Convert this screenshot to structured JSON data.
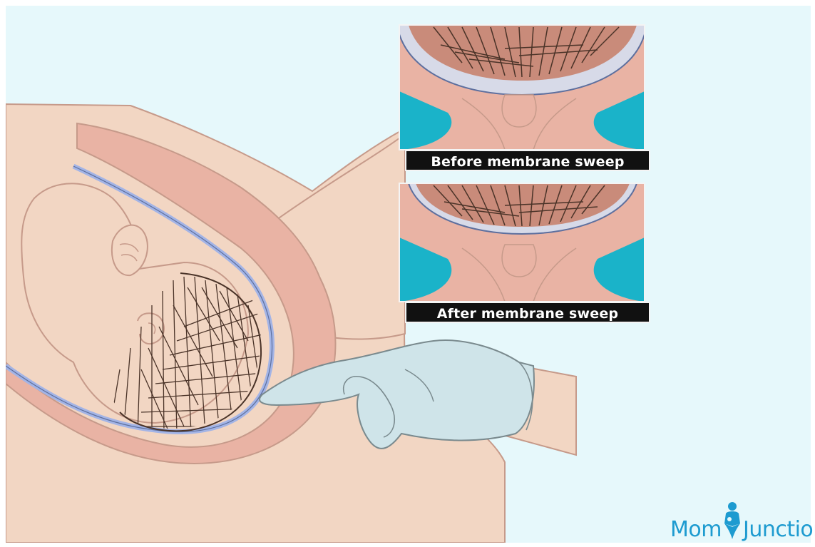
{
  "illustration": {
    "panel_before_caption": "Before membrane sweep",
    "panel_after_caption": "After membrane sweep"
  },
  "brand": {
    "part1": "Mom",
    "part2": "Junction",
    "color": "#1d9bd0"
  },
  "colors": {
    "background": "#e6f8fb",
    "skin": "#f2d6c3",
    "tissue": "#e9b3a4",
    "membrane": "#a3b4e6",
    "glove": "#cfe4e9",
    "fluid": "#1ab3c9",
    "hair": "#4a3328"
  }
}
